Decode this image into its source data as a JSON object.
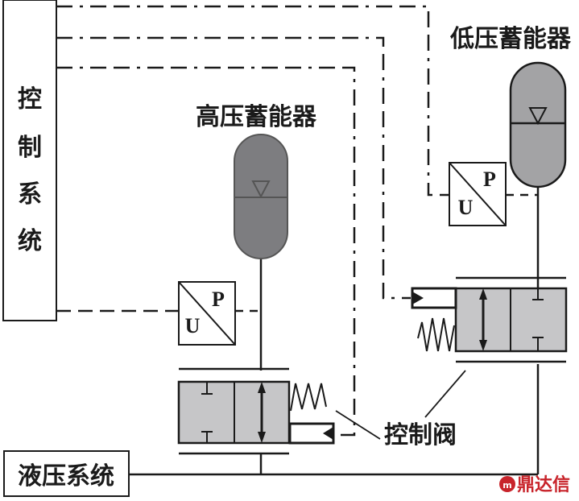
{
  "diagram": {
    "control_system": {
      "label_chars": [
        "控",
        "制",
        "系",
        "统"
      ]
    },
    "hydraulic_system": {
      "label": "液压系统"
    },
    "high_pressure_accumulator": {
      "label": "高压蓄能器"
    },
    "low_pressure_accumulator": {
      "label": "低压蓄能器"
    },
    "control_valve": {
      "label": "控制阀"
    },
    "pressure_sensor": {
      "u_label": "U",
      "p_label": "P"
    },
    "watermark": {
      "text": "鼎达信"
    },
    "colors": {
      "line": "#1a1a1a",
      "hp_accumulator_fill": "#7d7d80",
      "lp_accumulator_fill": "#a3a3a5",
      "valve_fill": "#c6c6c8",
      "watermark": "#c8242b"
    }
  }
}
